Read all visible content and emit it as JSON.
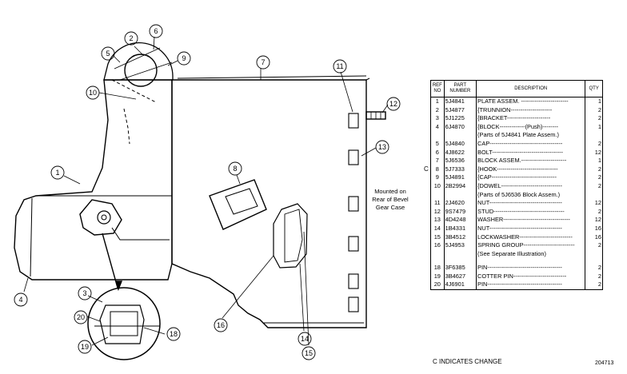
{
  "callouts": [
    "1",
    "2",
    "3",
    "4",
    "5",
    "6",
    "7",
    "8",
    "9",
    "10",
    "11",
    "12",
    "13",
    "14",
    "15",
    "16",
    "18",
    "19",
    "20"
  ],
  "mounted_note": "Mounted on\nRear of Bevel\nGear Case",
  "table": {
    "headers": {
      "ref": "REF NO",
      "part": "PART NUMBER",
      "desc": "DESCRIPTION",
      "qty": "QTY"
    },
    "rows": [
      {
        "ref": "1",
        "part": "5J4841",
        "desc": "PLATE ASSEM. ------------------------",
        "qty": "1",
        "marker": ""
      },
      {
        "ref": "2",
        "part": "5J4877",
        "desc": "{TRUNNION---------------------",
        "qty": "2",
        "marker": ""
      },
      {
        "ref": "3",
        "part": "5J1225",
        "desc": "{BRACKET----------------------",
        "qty": "2",
        "marker": ""
      },
      {
        "ref": "4",
        "part": "6J4870",
        "desc": "{BLOCK-------------(Push)--------",
        "qty": "1",
        "marker": ""
      },
      {
        "ref": "",
        "part": "",
        "desc": "(Parts of 5J4841 Plate Assem.)",
        "qty": "",
        "marker": ""
      },
      {
        "ref": "5",
        "part": "5J4840",
        "desc": "CAP-------------------------------------",
        "qty": "2",
        "marker": ""
      },
      {
        "ref": "6",
        "part": "4J8622",
        "desc": "BOLT------------------------------------",
        "qty": "12",
        "marker": ""
      },
      {
        "ref": "7",
        "part": "5J6536",
        "desc": "BLOCK ASSEM.-----------------------",
        "qty": "1",
        "marker": ""
      },
      {
        "ref": "8",
        "part": "5J7333",
        "desc": "{HOOK-------------------------------",
        "qty": "2",
        "marker": "C"
      },
      {
        "ref": "9",
        "part": "5J4891",
        "desc": "{CAP---------------------------------",
        "qty": "2",
        "marker": ""
      },
      {
        "ref": "10",
        "part": "2B2994",
        "desc": "{DOWEL-------------------------------",
        "qty": "2",
        "marker": ""
      },
      {
        "ref": "",
        "part": "",
        "desc": "(Parts of 5J6536 Block Assem.)",
        "qty": "",
        "marker": ""
      },
      {
        "ref": "11",
        "part": "2J4620",
        "desc": "NUT-------------------------------------",
        "qty": "12",
        "marker": ""
      },
      {
        "ref": "12",
        "part": "9S7479",
        "desc": "STUD------------------------------------",
        "qty": "2",
        "marker": ""
      },
      {
        "ref": "13",
        "part": "4D4248",
        "desc": "WASHER----------------------------------",
        "qty": "12",
        "marker": ""
      },
      {
        "ref": "14",
        "part": "1B4331",
        "desc": "NUT-------------------------------------",
        "qty": "16",
        "marker": ""
      },
      {
        "ref": "15",
        "part": "3B4512",
        "desc": "LOCKWASHER---------------------------",
        "qty": "16",
        "marker": ""
      },
      {
        "ref": "16",
        "part": "5J4953",
        "desc": "SPRING GROUP--------------------------",
        "qty": "2",
        "marker": ""
      },
      {
        "ref": "",
        "part": "",
        "desc": "(See Separate Illustration)",
        "qty": "",
        "marker": ""
      },
      {
        "gap": true
      },
      {
        "ref": "18",
        "part": "3F6385",
        "desc": "PIN--------------------------------------",
        "qty": "2",
        "marker": ""
      },
      {
        "ref": "19",
        "part": "3B4627",
        "desc": "COTTER PIN---------------------------",
        "qty": "2",
        "marker": ""
      },
      {
        "ref": "20",
        "part": "4J6901",
        "desc": "PIN--------------------------------------",
        "qty": "2",
        "marker": ""
      }
    ]
  },
  "footer_note": "C INDICATES CHANGE",
  "figure_number": "204713"
}
